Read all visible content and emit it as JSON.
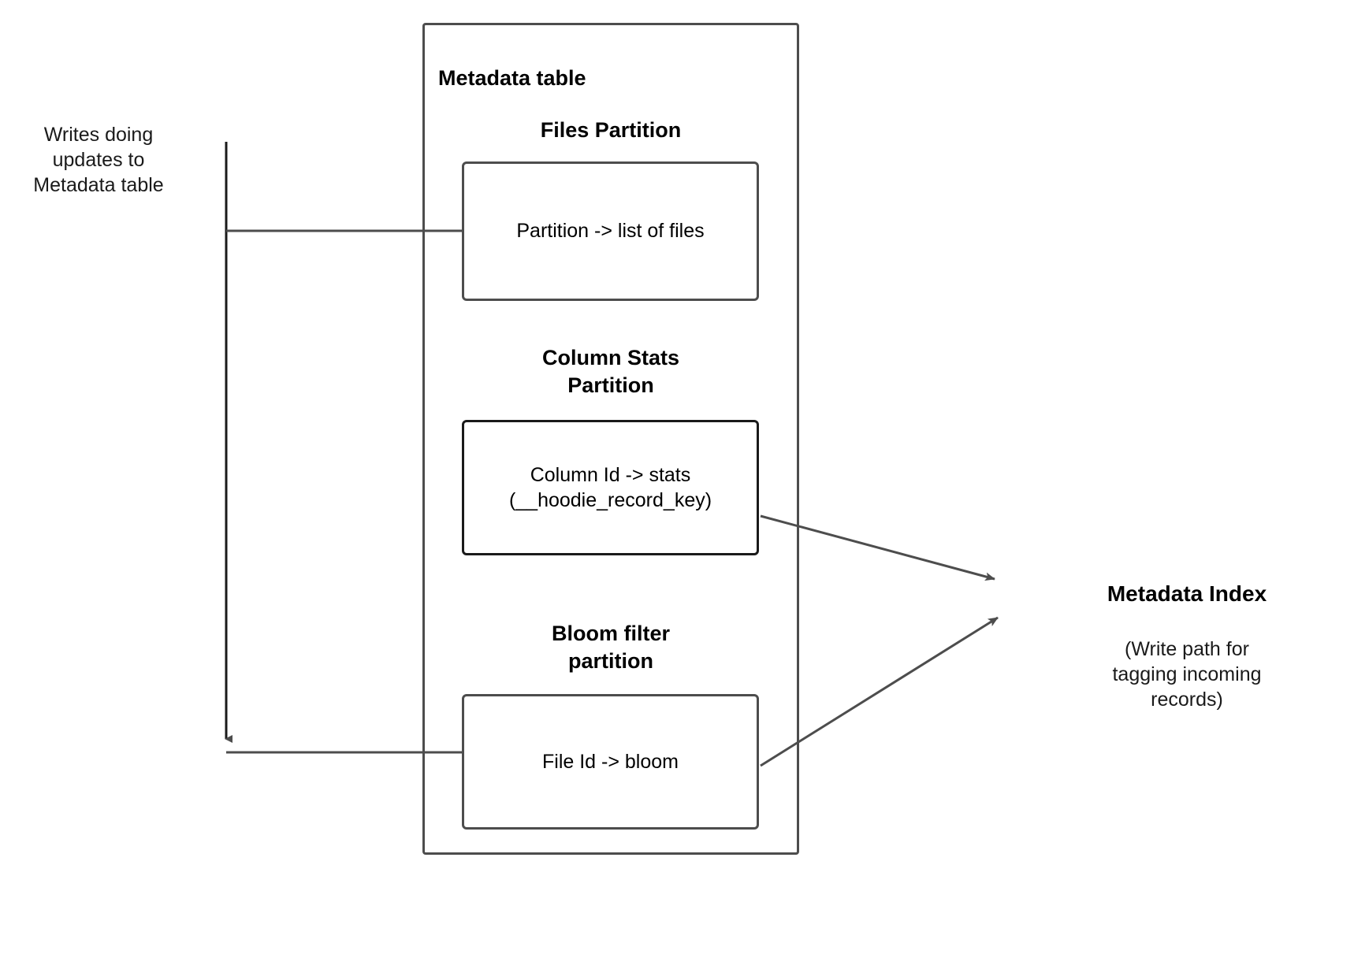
{
  "diagram": {
    "title_present": false,
    "left_caption": "Writes doing\nupdates to\nMetadata table",
    "metadata_table": {
      "title": "Metadata table",
      "partitions": [
        {
          "heading": "Files Partition",
          "box_label": "Partition -> list of files"
        },
        {
          "heading": "Column Stats\nPartition",
          "box_label": "Column Id  -> stats\n(__hoodie_record_key)"
        },
        {
          "heading": "Bloom filter\npartition",
          "box_label": "File Id -> bloom"
        }
      ]
    },
    "metadata_index": {
      "title": "Metadata Index",
      "note": "(Write path for\ntagging incoming\nrecords)"
    },
    "colors": {
      "stroke": "#4d4d4d",
      "stroke_dark": "#1a1a1a",
      "text": "#000000",
      "background": "#ffffff"
    }
  }
}
